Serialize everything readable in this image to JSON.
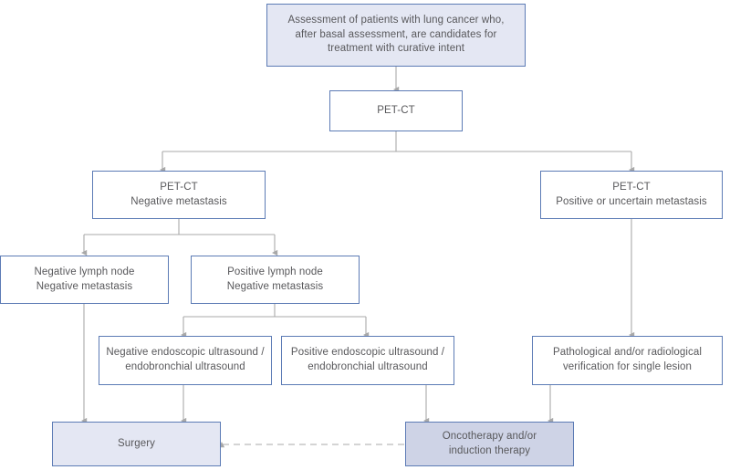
{
  "diagram": {
    "title": "Lung cancer staging and treatment decision flowchart",
    "colors": {
      "box_border": "#5c7bb5",
      "box_fill_plain": "#ffffff",
      "box_fill_shaded": "#e4e7f3",
      "box_fill_shaded_strong": "#ced3e6",
      "text": "#58585b",
      "connector": "#a8a8a8",
      "background": "#ffffff"
    },
    "nodes": [
      {
        "id": "assessment",
        "label": "Assessment of patients with lung cancer who,\nafter basal assessment, are candidates for\ntreatment with curative intent",
        "style": "shaded"
      },
      {
        "id": "pet-ct",
        "label": "PET-CT",
        "style": "plain"
      },
      {
        "id": "pet-ct-negative",
        "label": "PET-CT\nNegative metastasis",
        "style": "plain"
      },
      {
        "id": "pet-ct-positive",
        "label": "PET-CT\nPositive or uncertain metastasis",
        "style": "plain"
      },
      {
        "id": "negative-lymph-node",
        "label": "Negative lymph node\nNegative metastasis",
        "style": "plain"
      },
      {
        "id": "positive-lymph-node",
        "label": "Positive lymph node\nNegative metastasis",
        "style": "plain"
      },
      {
        "id": "negative-ultrasound",
        "label": "Negative endoscopic ultrasound /\nendobronchial ultrasound",
        "style": "plain"
      },
      {
        "id": "positive-ultrasound",
        "label": "Positive endoscopic ultrasound /\nendobronchial ultrasound",
        "style": "plain"
      },
      {
        "id": "pathological-verification",
        "label": "Pathological and/or radiological\nverification for single lesion",
        "style": "plain"
      },
      {
        "id": "surgery",
        "label": "Surgery",
        "style": "shaded"
      },
      {
        "id": "oncotherapy",
        "label": "Oncotherapy and/or\ninduction therapy",
        "style": "shaded-strong"
      }
    ],
    "edges": [
      {
        "from": "assessment",
        "to": "pet-ct",
        "type": "solid"
      },
      {
        "from": "pet-ct",
        "to": "pet-ct-negative",
        "type": "solid"
      },
      {
        "from": "pet-ct",
        "to": "pet-ct-positive",
        "type": "solid"
      },
      {
        "from": "pet-ct-negative",
        "to": "negative-lymph-node",
        "type": "solid"
      },
      {
        "from": "pet-ct-negative",
        "to": "positive-lymph-node",
        "type": "solid"
      },
      {
        "from": "positive-lymph-node",
        "to": "negative-ultrasound",
        "type": "solid"
      },
      {
        "from": "positive-lymph-node",
        "to": "positive-ultrasound",
        "type": "solid"
      },
      {
        "from": "pet-ct-positive",
        "to": "pathological-verification",
        "type": "solid"
      },
      {
        "from": "negative-lymph-node",
        "to": "surgery",
        "type": "solid"
      },
      {
        "from": "negative-ultrasound",
        "to": "surgery",
        "type": "solid"
      },
      {
        "from": "positive-ultrasound",
        "to": "oncotherapy",
        "type": "solid"
      },
      {
        "from": "pathological-verification",
        "to": "oncotherapy",
        "type": "solid"
      },
      {
        "from": "oncotherapy",
        "to": "surgery",
        "type": "dashed"
      }
    ]
  }
}
